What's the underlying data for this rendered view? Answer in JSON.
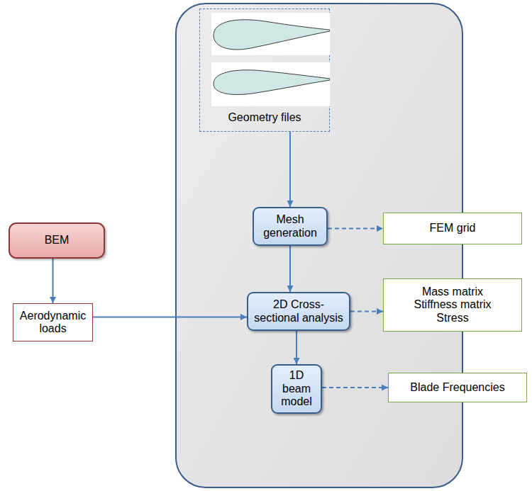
{
  "diagram": {
    "nodes": [
      {
        "text": [
          "Geometry files"
        ]
      },
      {
        "text": [
          "BEM"
        ]
      },
      {
        "text": [
          "Mesh generation"
        ]
      },
      {
        "text": [
          "FEM grid"
        ]
      },
      {
        "text": [
          "Aerodynamic loads"
        ]
      },
      {
        "text": [
          "2D Cross-sectional analysis"
        ]
      },
      {
        "text": [
          "Mass matrix",
          "Stiffness matrix",
          "Stress"
        ]
      },
      {
        "text": [
          "1D beam model"
        ]
      },
      {
        "text": [
          "Blade Frequencies"
        ]
      }
    ],
    "edges": [
      {
        "from": 0,
        "to": 2,
        "arrow": "to"
      },
      {
        "from": 1,
        "to": 4,
        "arrow": "to"
      },
      {
        "from": 2,
        "to": 3,
        "arrow": "to"
      },
      {
        "from": 2,
        "to": 5,
        "arrow": "to"
      },
      {
        "from": 4,
        "to": 5,
        "arrow": "to"
      },
      {
        "from": 5,
        "to": 6,
        "arrow": "to"
      },
      {
        "from": 5,
        "to": 7,
        "arrow": "to"
      },
      {
        "from": 7,
        "to": 8,
        "arrow": "to"
      }
    ]
  }
}
